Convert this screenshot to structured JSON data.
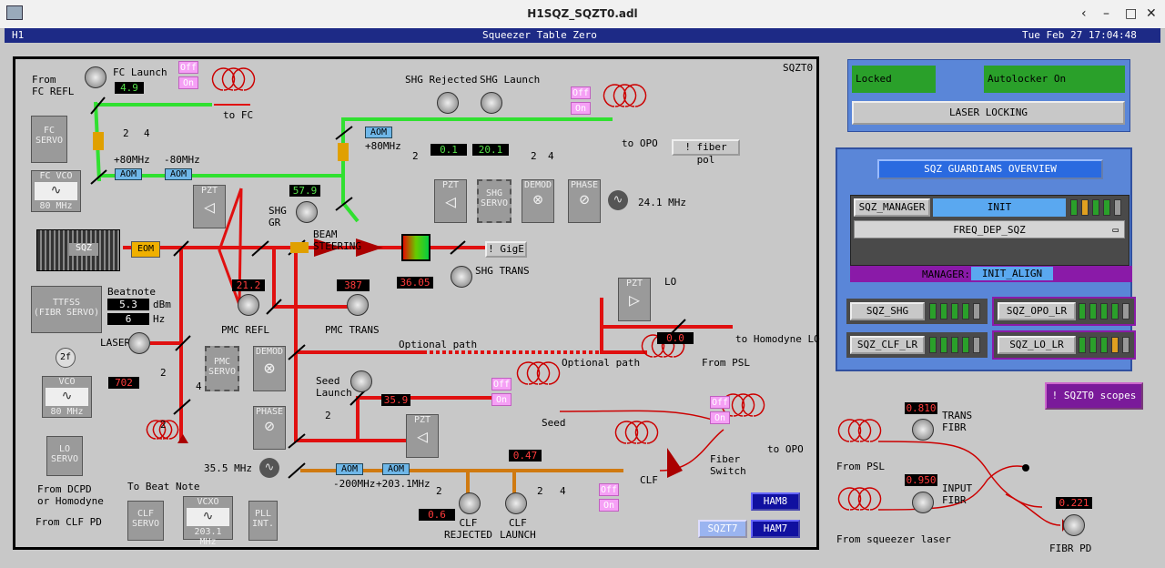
{
  "window": {
    "title": "H1SQZ_SQZT0.adl"
  },
  "header": {
    "site": "H1",
    "title": "Squeezer Table Zero",
    "datetime": "Tue Feb 27 17:04:48 2024"
  },
  "table": {
    "name": "SQZT0"
  },
  "labels": {
    "from_fc_refl": "From\nFC REFL",
    "fc_launch": "FC Launch",
    "to_fc": "to FC",
    "fc_servo": "FC\nSERVO",
    "fc_vco": "FC VCO",
    "fc_vco_freq": "80 MHz",
    "plus80": "+80MHz",
    "minus80": "-80MHz",
    "plus80b": "+80MHz",
    "shg_rejected": "SHG Rejected",
    "shg_launch": "SHG Launch",
    "to_opo": "to OPO",
    "shg_gr": "SHG\nGR",
    "beam_steering": "BEAM\nSTEERING",
    "shg_trans": "SHG TRANS",
    "freq_24": "24.1 MHz",
    "pzt": "PZT",
    "shg_servo": "SHG\nSERVO",
    "demod": "DEMOD",
    "phase": "PHASE",
    "sqz": "SQZ",
    "eom": "EOM",
    "beatnote": "Beatnote",
    "dbm": "dBm",
    "hz": "Hz",
    "ttfss": "TTFSS\n(FIBR SERVO)",
    "two_f": "2f",
    "vco": "VCO",
    "vco_freq": "80 MHz",
    "lo_servo": "LO\nSERVO",
    "from_dcpd": "From DCPD\nor Homodyne",
    "to_beat_note": "To Beat Note",
    "from_clf_pd": "From CLF PD",
    "clf_servo": "CLF\nSERVO",
    "vcxo": "VCXO",
    "vcxo_freq": "203.1 MHz",
    "pll": "PLL\nINT.",
    "laser_ir": "LASER IR",
    "pmc_refl": "PMC REFL",
    "pmc_trans": "PMC TRANS",
    "pmc_servo": "PMC\nSERVO",
    "freq_35": "35.5 MHz",
    "optional_path": "Optional path",
    "optional_path2": "Optional path",
    "lo": "LO",
    "to_homodyne": "to Homodyne LO",
    "from_psl": "From PSL",
    "seed_launch": "Seed\nLaunch",
    "seed": "Seed",
    "to_opo2": "to OPO",
    "fiber_switch": "Fiber\nSwitch",
    "clf": "CLF",
    "minus200": "-200MHz",
    "plus203": "+203.1MHz",
    "clf_rejected": "CLF\nREJECTED",
    "clf_launch": "CLF\nLAUNCH",
    "aom": "AOM",
    "half": "2",
    "quarter": "4",
    "trans_fibr": "TRANS\nFIBR",
    "input_fibr": "INPUT\nFIBR",
    "from_psl2": "From PSL",
    "from_sqz_laser": "From squeezer laser",
    "fibr_pd": "FIBR PD"
  },
  "readbacks": {
    "fc_launch": "4.9",
    "shg_rejected": "0.1",
    "shg_launch": "20.1",
    "shg_gr": "57.9",
    "shg_trans": "36.05",
    "pmc_refl": "21.2",
    "pmc_trans": "387",
    "beat_dbm": "5.3",
    "beat_hz": "6",
    "laser_ir": "702",
    "lo": "0.0",
    "seed_launch": "35.9",
    "clf_launch": "0.47",
    "clf_rejected": "0.6",
    "trans_fibr": "0.810",
    "input_fibr": "0.950",
    "fibr_pd": "0.221"
  },
  "shutters": {
    "off": "Off",
    "on": "On"
  },
  "buttons": {
    "fiber_pol": "! fiber pol",
    "gige": "! GigE",
    "ham8": "HAM8",
    "ham7": "HAM7",
    "sqzt7": "SQZT7",
    "sqzt0_scopes": "! SQZT0 scopes"
  },
  "lock": {
    "locked": "Locked",
    "autolocker": "Autolocker On",
    "laser_locking": "LASER LOCKING"
  },
  "guardians": {
    "overview": "SQZ GUARDIANS OVERVIEW",
    "manager": "SQZ_MANAGER",
    "state": "INIT",
    "request": "FREQ_DEP_SQZ",
    "manager_label": "MANAGER:",
    "manager_state": "INIT_ALIGN",
    "shg": "SQZ_SHG",
    "opo": "SQZ_OPO_LR",
    "clf": "SQZ_CLF_LR",
    "lo": "SQZ_LO_LR"
  },
  "colors": {
    "laser_red": "#e01010",
    "green": "#30e030",
    "orange": "#d07a10",
    "guard_bg": "#5a86d8",
    "header": "#1d2a86",
    "ok": "#2aa02a",
    "warn": "#e0a020"
  }
}
